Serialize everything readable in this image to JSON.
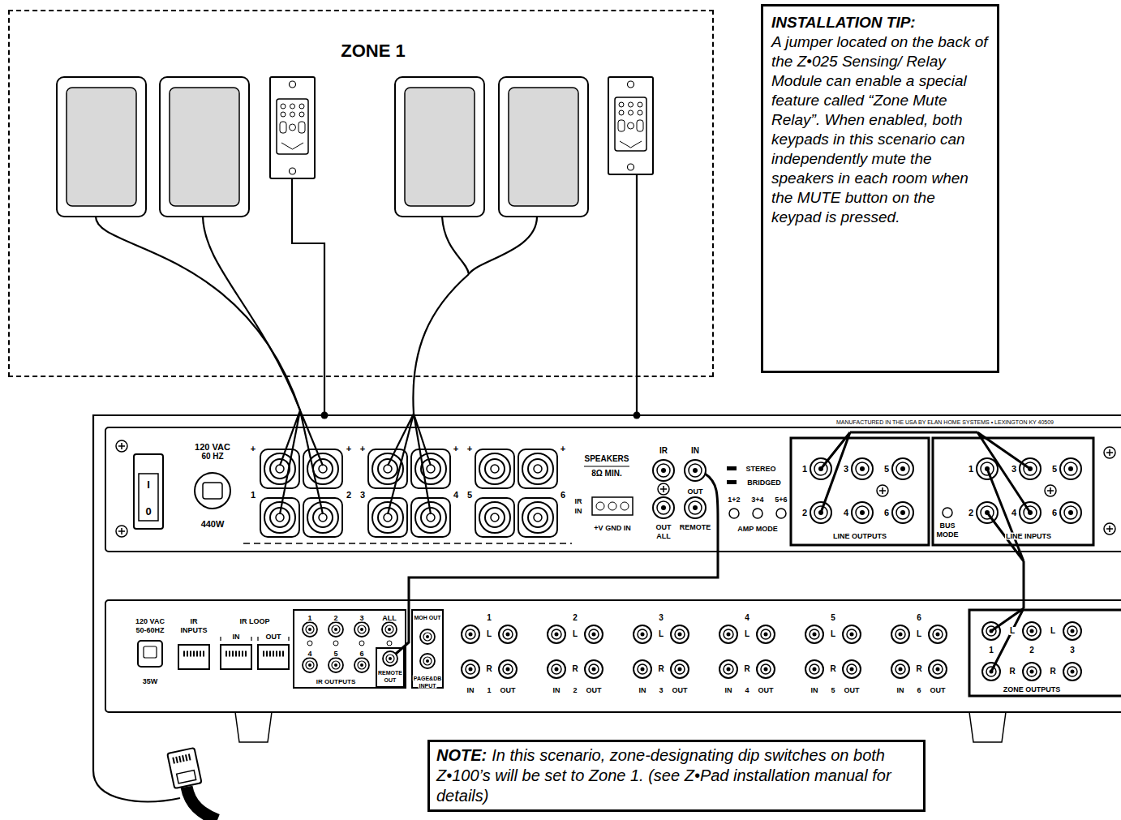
{
  "diagram": {
    "nodes": [
      {
        "text": [
          "ZONE 1"
        ]
      },
      {
        "text": [
          "INSTALLATION TIP:",
          "A jumper located on the back of the Z•025 Sensing/ Relay Module can enable a special feature called “Zone Mute Relay”. When enabled, both keypads in this scenario can independently mute the speakers in each room when the MUTE button on the keypad is pressed."
        ]
      },
      {
        "text": [
          "NOTE:",
          "In this scenario, zone-designating dip switches on both Z•100’s will be set to Zone 1. (see Z•Pad installation manual for details)"
        ]
      }
    ],
    "labels": [
      "120 VAC",
      "60 HZ",
      "440W",
      "I",
      "0",
      "+",
      "1",
      "+",
      "2",
      "+",
      "3",
      "+",
      "4",
      "+",
      "5",
      "+",
      "6",
      "SPEAKERS",
      "8Ω MIN.",
      "IR",
      "IN",
      "OUT",
      "OUT",
      "ALL",
      "REMOTE",
      "IR",
      "IN",
      "+V GND IN",
      "STEREO",
      "BRIDGED",
      "1+2",
      "3+4",
      "5+6",
      "AMP MODE",
      "MANUFACTURED IN THE USA BY ELAN HOME SYSTEMS • LEXINGTON KY 40509",
      "1",
      "3",
      "5",
      "2",
      "4",
      "6",
      "LINE OUTPUTS",
      "1",
      "3",
      "5",
      "2",
      "4",
      "6",
      "BUS",
      "MODE",
      "LINE INPUTS",
      "120 VAC",
      "50-60HZ",
      "35W",
      "IR",
      "INPUTS",
      "IR LOOP",
      "IN",
      "OUT",
      "1",
      "2",
      "3",
      "ALL",
      "4",
      "5",
      "6",
      "IR OUTPUTS",
      "REMOTE",
      "OUT",
      "MOH OUT",
      "PAGE&DB",
      "INPUT",
      "1",
      "L",
      "R",
      "IN",
      "1",
      "OUT",
      "2",
      "L",
      "R",
      "IN",
      "2",
      "OUT",
      "3",
      "L",
      "R",
      "IN",
      "3",
      "OUT",
      "4",
      "L",
      "R",
      "IN",
      "4",
      "OUT",
      "5",
      "L",
      "R",
      "IN",
      "5",
      "OUT",
      "6",
      "L",
      "R",
      "IN",
      "6",
      "OUT",
      "L",
      "L",
      "1",
      "2",
      "3",
      "R",
      "R",
      "ZONE OUTPUTS"
    ]
  }
}
